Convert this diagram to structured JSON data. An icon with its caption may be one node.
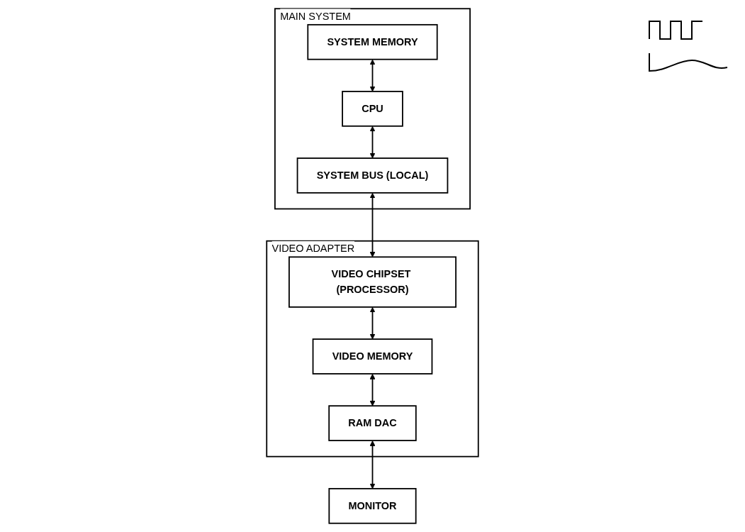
{
  "diagram": {
    "nodes": [
      {
        "text": [
          "MAIN SYSTEM"
        ]
      },
      {
        "text": [
          "SYSTEM MEMORY"
        ],
        "in": 0
      },
      {
        "text": [
          "CPU"
        ],
        "in": 0
      },
      {
        "text": [
          "SYSTEM BUS (LOCAL)"
        ],
        "in": 0
      },
      {
        "text": [
          "VIDEO ADAPTER"
        ]
      },
      {
        "text": [
          "VIDEO CHIPSET (PROCESSOR)"
        ],
        "in": 4
      },
      {
        "text": [
          "VIDEO MEMORY"
        ],
        "in": 4
      },
      {
        "text": [
          "RAM DAC"
        ],
        "in": 4
      },
      {
        "text": [
          "MONITOR"
        ]
      }
    ],
    "edges": [
      {
        "from": 1,
        "to": 2,
        "arrow": "both"
      },
      {
        "from": 2,
        "to": 3,
        "arrow": "both"
      },
      {
        "from": 3,
        "to": 5,
        "arrow": "both"
      },
      {
        "from": 5,
        "to": 6,
        "arrow": "both"
      },
      {
        "from": 6,
        "to": 7,
        "arrow": "both"
      },
      {
        "from": 7,
        "to": 8,
        "arrow": "both"
      }
    ]
  }
}
